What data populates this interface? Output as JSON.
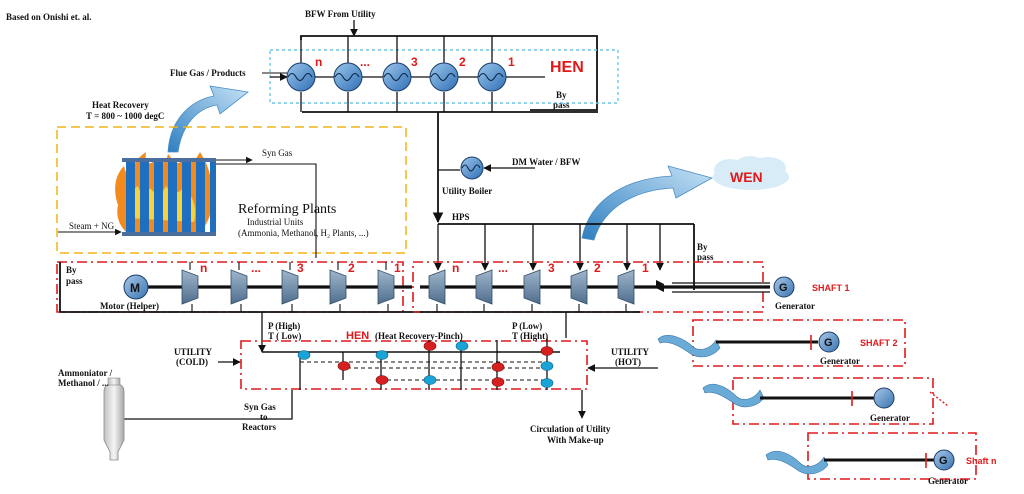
{
  "credit": "Based on Onishi et. al.",
  "bfw_from_utility": "BFW From Utility",
  "hen_top": {
    "title": "HEN",
    "exchanger_labels": [
      "n",
      "...",
      "3",
      "2",
      "1"
    ],
    "bypass_line1": "By",
    "bypass_line2": "pass"
  },
  "flue_gas": "Flue Gas / Products",
  "heat_recovery": {
    "line1": "Heat Recovery",
    "line2": "T = 800 ~ 1000 degC"
  },
  "syn_gas": "Syn Gas",
  "steam_ng": "Steam + NG",
  "reforming": {
    "title": "Reforming Plants",
    "line1": "Industrial Units",
    "line2": "(Ammonia, Methanol, H₂ Plants, ...)"
  },
  "utility_boiler": "Utility Boiler",
  "dm_water": "DM Water / BFW",
  "wen": "WEN",
  "hps": "HPS",
  "bypass_right": {
    "line1": "By",
    "line2": "pass"
  },
  "bypass_left": {
    "line1": "By",
    "line2": "pass"
  },
  "motor": {
    "symbol": "M",
    "label": "Motor (Helper)"
  },
  "left_train_labels": [
    "n",
    "...",
    "3",
    "2",
    "1"
  ],
  "right_train_labels": [
    "n",
    "...",
    "3",
    "2",
    "1"
  ],
  "generator": {
    "symbol": "G",
    "label": "Generator"
  },
  "shafts": [
    "SHAFT 1",
    "SHAFT 2",
    "Shaft n"
  ],
  "p_high": {
    "line1": "P (High)",
    "line2": "T ( Low)"
  },
  "p_low": {
    "line1": "P (Low)",
    "line2": "T (Hight)"
  },
  "hen_pinch": {
    "title": "HEN",
    "subtitle": "(Heat Recovery-Pinch)"
  },
  "utility_cold": {
    "line1": "UTILITY",
    "line2": "(COLD)"
  },
  "utility_hot": {
    "line1": "UTILITY",
    "line2": "(HOT)"
  },
  "ammoniator": {
    "line1": "Ammoniator /",
    "line2": "Methanol / ..."
  },
  "syn_gas_reactors": {
    "line1": "Syn Gas",
    "line2": "to",
    "line3": "Reactors"
  },
  "circulation": {
    "line1": "Circulation of Utility",
    "line2": "With Make-up"
  },
  "colors": {
    "red": "#e0191b",
    "hx_blue": "#4a86c6",
    "cold_ball": "#1aa3d6",
    "hot_ball": "#d62020",
    "turbine": "#6d8aa6",
    "bypass_box": "#6ec6ea",
    "orange_box": "#f2b316",
    "arrow_blue": "#6aaad6"
  }
}
